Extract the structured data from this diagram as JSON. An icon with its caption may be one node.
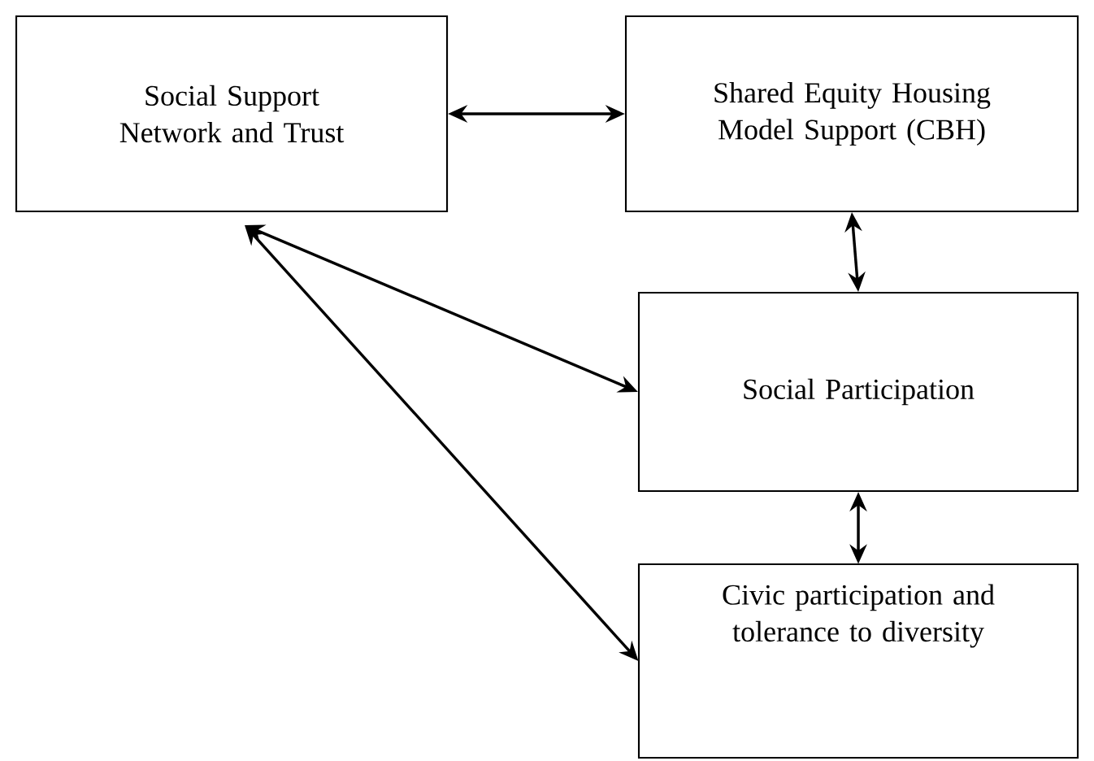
{
  "diagram": {
    "nodes": [
      {
        "text": [
          "Social Support Network and Trust"
        ]
      },
      {
        "text": [
          "Shared Equity Housing Model Support (CBH)"
        ]
      },
      {
        "text": [
          "Social Participation"
        ]
      },
      {
        "text": [
          "Civic participation and tolerance to diversity"
        ]
      }
    ],
    "edges": [
      {
        "from": 0,
        "to": 1,
        "arrow": "both"
      },
      {
        "from": 1,
        "to": 2,
        "arrow": "both"
      },
      {
        "from": 2,
        "to": 3,
        "arrow": "both"
      },
      {
        "from": 0,
        "to": 2,
        "arrow": "both"
      },
      {
        "from": 0,
        "to": 3,
        "arrow": "both"
      }
    ]
  }
}
